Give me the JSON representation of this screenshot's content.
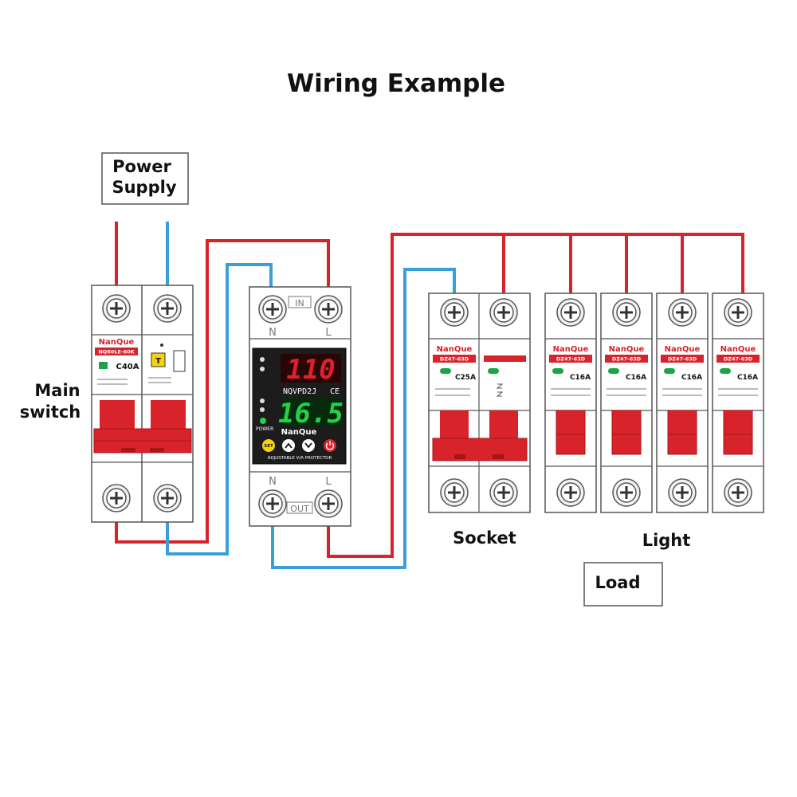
{
  "title": "Wiring Example",
  "labels": {
    "power_supply_line1": "Power",
    "power_supply_line2": "Supply",
    "main_switch_line1": "Main",
    "main_switch_line2": "switch",
    "socket": "Socket",
    "light": "Light",
    "load": "Load"
  },
  "main_switch": {
    "brand": "NanQue",
    "model": "NQ80LE-60K",
    "rating": "C40A",
    "test_button": "T"
  },
  "protector": {
    "terminal_in": "IN",
    "terminal_out": "OUT",
    "terminal_n": "N",
    "terminal_l": "L",
    "voltage_display": "110",
    "current_display": "16.5",
    "model": "NQVPD2J",
    "ce_mark": "CE",
    "brand": "NanQue",
    "power_label": "POWER",
    "set_button": "SET",
    "caption": "ADJUSTABLE V/A PROTECTOR"
  },
  "socket_breaker": {
    "brand": "NanQue",
    "model": "DZ47-63D",
    "rating": "C25A"
  },
  "light_breakers": [
    {
      "brand": "NanQue",
      "model": "DZ47-63D",
      "rating": "C16A"
    },
    {
      "brand": "NanQue",
      "model": "DZ47-63D",
      "rating": "C16A"
    },
    {
      "brand": "NanQue",
      "model": "DZ47-63D",
      "rating": "C16A"
    },
    {
      "brand": "NanQue",
      "model": "DZ47-63D",
      "rating": "C16A"
    }
  ],
  "colors": {
    "live_wire": "#d8232a",
    "neutral_wire": "#3a9fd8",
    "breaker_handle": "#d8232a"
  }
}
